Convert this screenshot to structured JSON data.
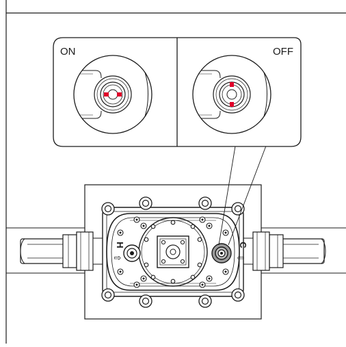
{
  "callout": {
    "on_label": "ON",
    "off_label": "OFF"
  },
  "valve": {
    "hot_letter": "H",
    "cold_letter": "C",
    "hot_arrow": "⇨",
    "cold_arrow": "⇦"
  },
  "colors": {
    "line": "#1a1a1a",
    "accent_red": "#e0002a",
    "focus_gray": "#9a9a9a"
  },
  "icons": {
    "arrow_right": "arrow-right-icon",
    "arrow_left": "arrow-left-icon"
  }
}
